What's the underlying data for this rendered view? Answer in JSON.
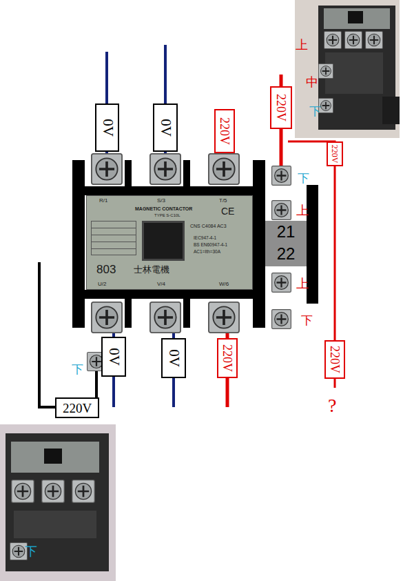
{
  "diagram": {
    "nodes": [
      {
        "text": [
          "0V"
        ]
      },
      {
        "text": [
          "0V"
        ]
      },
      {
        "text": [
          "220V"
        ]
      },
      {
        "text": [
          "220V"
        ]
      },
      {
        "text": [
          "220V"
        ]
      },
      {
        "text": [
          "R/1",
          "S/3",
          "T/5",
          "MAGNETIC CONTACTOR",
          "TYPE S-C10L",
          "CE",
          "CNS C4084 AC3",
          "IEC947-4-1",
          "BS EN60947-4-1",
          "AC1=Ith=30A",
          "803",
          "士林電機",
          "U/2",
          "V/4",
          "W/6"
        ]
      },
      {
        "text": [
          "21",
          "22"
        ]
      },
      {
        "text": [
          "0V"
        ]
      },
      {
        "text": [
          "0V"
        ]
      },
      {
        "text": [
          "220V"
        ]
      },
      {
        "text": [
          "220V"
        ]
      },
      {
        "text": [
          "220V"
        ]
      }
    ],
    "labels": [
      "上",
      "中",
      "下",
      "下",
      "上",
      "上",
      "下",
      "?",
      "下",
      "下"
    ]
  }
}
